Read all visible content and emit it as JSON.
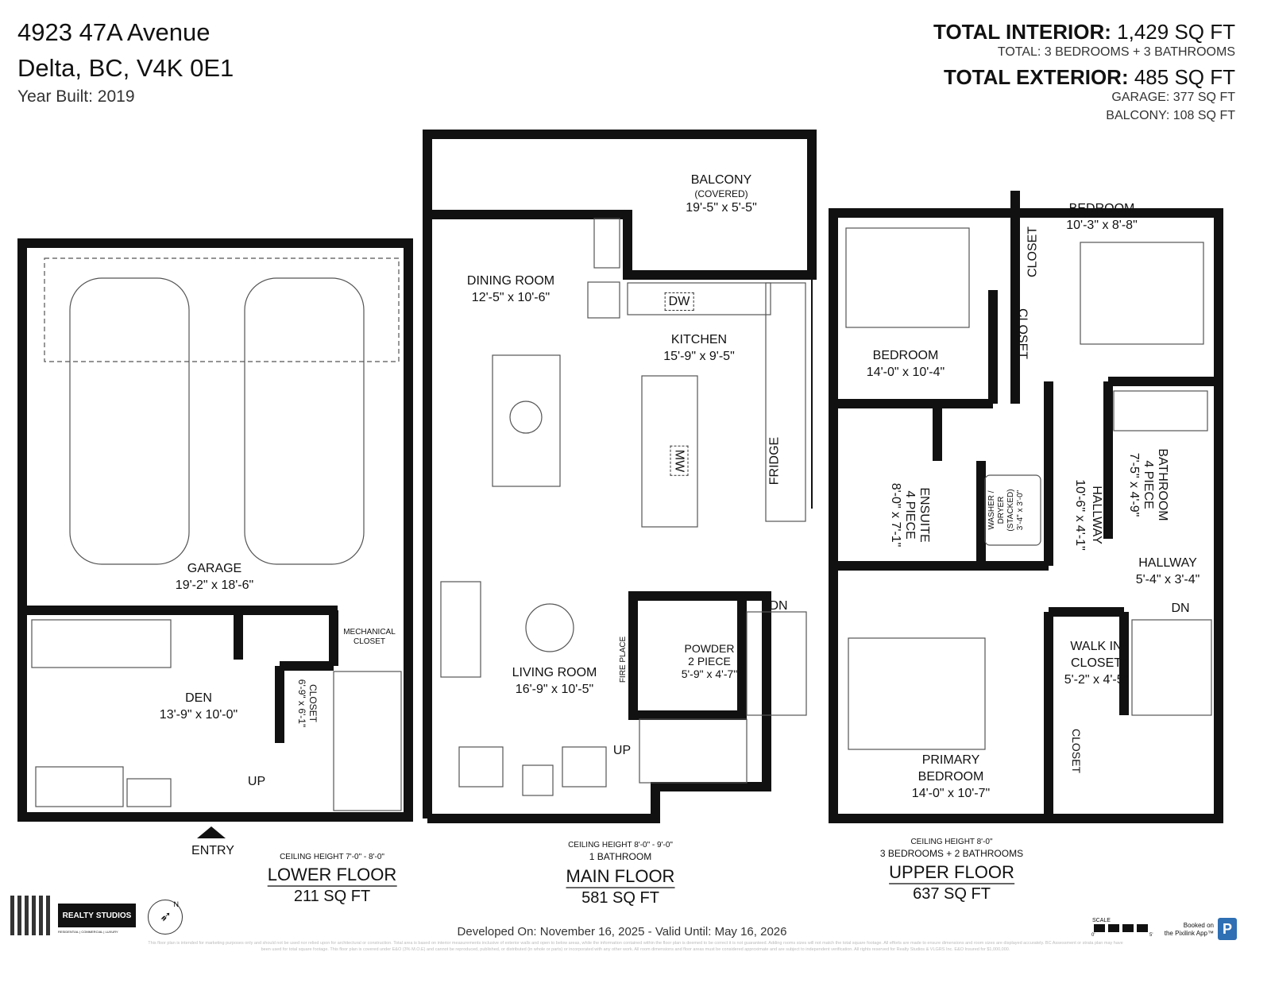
{
  "header": {
    "address_line1": "4923 47A Avenue",
    "address_line2": "Delta, BC, V4K 0E1",
    "year_built": "Year Built: 2019",
    "total_interior_label": "TOTAL INTERIOR:",
    "total_interior_value": "1,429 SQ FT",
    "total_rooms": "TOTAL: 3 BEDROOMS + 3 BATHROOMS",
    "total_exterior_label": "TOTAL EXTERIOR:",
    "total_exterior_value": "485 SQ FT",
    "garage": "GARAGE: 377 SQ FT",
    "balcony": "BALCONY: 108 SQ FT"
  },
  "lower_floor": {
    "rooms": {
      "garage": {
        "name": "GARAGE",
        "size": "19'-2\" x 18'-6\""
      },
      "den": {
        "name": "DEN",
        "size": "13'-9\" x 10'-0\""
      },
      "closet": {
        "name": "CLOSET",
        "size": "6'-9\" x 6'-1\""
      },
      "mechanical": {
        "name": "MECHANICAL",
        "name2": "CLOSET"
      }
    },
    "up": "UP",
    "entry": "ENTRY",
    "ceiling": "CEILING HEIGHT 7'-0\" - 8'-0\"",
    "name": "LOWER FLOOR",
    "area": "211 SQ FT"
  },
  "main_floor": {
    "rooms": {
      "balcony": {
        "name": "BALCONY",
        "note": "(COVERED)",
        "size": "19'-5\" x 5'-5\""
      },
      "dining": {
        "name": "DINING ROOM",
        "size": "12'-5\" x 10'-6\""
      },
      "kitchen": {
        "name": "KITCHEN",
        "size": "15'-9\" x 9'-5\""
      },
      "living": {
        "name": "LIVING ROOM",
        "size": "16'-9\" x 10'-5\""
      },
      "powder": {
        "name": "POWDER",
        "note": "2 PIECE",
        "size": "5'-9\" x 4'-7\""
      }
    },
    "fixtures": {
      "dw": "DW",
      "mw": "MW",
      "fridge": "FRIDGE",
      "fireplace": "FIRE PLACE"
    },
    "dn": "DN",
    "up": "UP",
    "ceiling": "CEILING HEIGHT 8'-0\" - 9'-0\"",
    "baths": "1 BATHROOM",
    "name": "MAIN FLOOR",
    "area": "581 SQ FT"
  },
  "upper_floor": {
    "rooms": {
      "bedroom1": {
        "name": "BEDROOM",
        "size": "14'-0\" x 10'-4\""
      },
      "bedroom2": {
        "name": "BEDROOM",
        "size": "10'-3\" x 8'-8\""
      },
      "closet1": {
        "name": "CLOSET"
      },
      "closet2": {
        "name": "CLOSET"
      },
      "closet3": {
        "name": "CLOSET"
      },
      "ensuite": {
        "name": "ENSUITE",
        "note": "4 PIECE",
        "size": "8'-0\" x 7'-1\""
      },
      "laundry": {
        "name": "WASHER /",
        "name2": "DRYER",
        "note": "(STACKED)",
        "size": "3'-4\" x 3'-0\""
      },
      "hallway1": {
        "name": "HALLWAY",
        "size": "10'-6\" x 4'-1\""
      },
      "bathroom": {
        "name": "BATHROOM",
        "note": "4 PIECE",
        "size": "7'-5\" x 4'-9\""
      },
      "hallway2": {
        "name": "HALLWAY",
        "size": "5'-4\" x 3'-4\""
      },
      "walkin": {
        "name": "WALK IN",
        "name2": "CLOSET",
        "size": "5'-2\" x 4'-5\""
      },
      "primary": {
        "name": "PRIMARY",
        "name2": "BEDROOM",
        "size": "14'-0\" x 10'-7\""
      }
    },
    "dn": "DN",
    "ceiling": "CEILING HEIGHT 8'-0\"",
    "summary": "3 BEDROOMS + 2 BATHROOMS",
    "name": "UPPER FLOOR",
    "area": "637 SQ FT"
  },
  "footer": {
    "logo_text_a": "REALTY",
    "logo_text_b": "STUDIOS",
    "logo_tagline": "RESIDENTIAL | COMMERCIAL | LUXURY",
    "compass": "N",
    "developed": "Developed On: November 16, 2025 - Valid Until: May 16, 2026",
    "scale_label": "SCALE",
    "scale_min": "0'",
    "scale_max": "5'",
    "booked_line1": "Booked on",
    "booked_line2": "the Pixilink App™",
    "app_badge": "P",
    "disclaimer1": "This floor plan is intended for marketing purposes only and should not be used nor relied upon for architectural or construction. Total area is based on interior measurements inclusive of exterior walls and open to below areas, while the information contained within the floor plan is deemed to be correct it is not guaranteed. Adding rooms sizes will not match the total square footage. All efforts are made to ensure dimensions and room sizes are displayed accurately. BC Assessment or strata plan may have",
    "disclaimer2": "been used for total square footage. This floor plan is covered under E&O (3% M.O.E) and cannot be reproduced, published, or distributed (in whole or parts) or incorporated with any other work. All room dimensions and floor areas must be considered approximate and are subject to independent verification. All rights reserved for Realty Studios & VLGRS Inc. E&O Insured for $1,000,000."
  },
  "colors": {
    "wall": "#111111",
    "line": "#555555",
    "badge": "#2f6fb3"
  }
}
